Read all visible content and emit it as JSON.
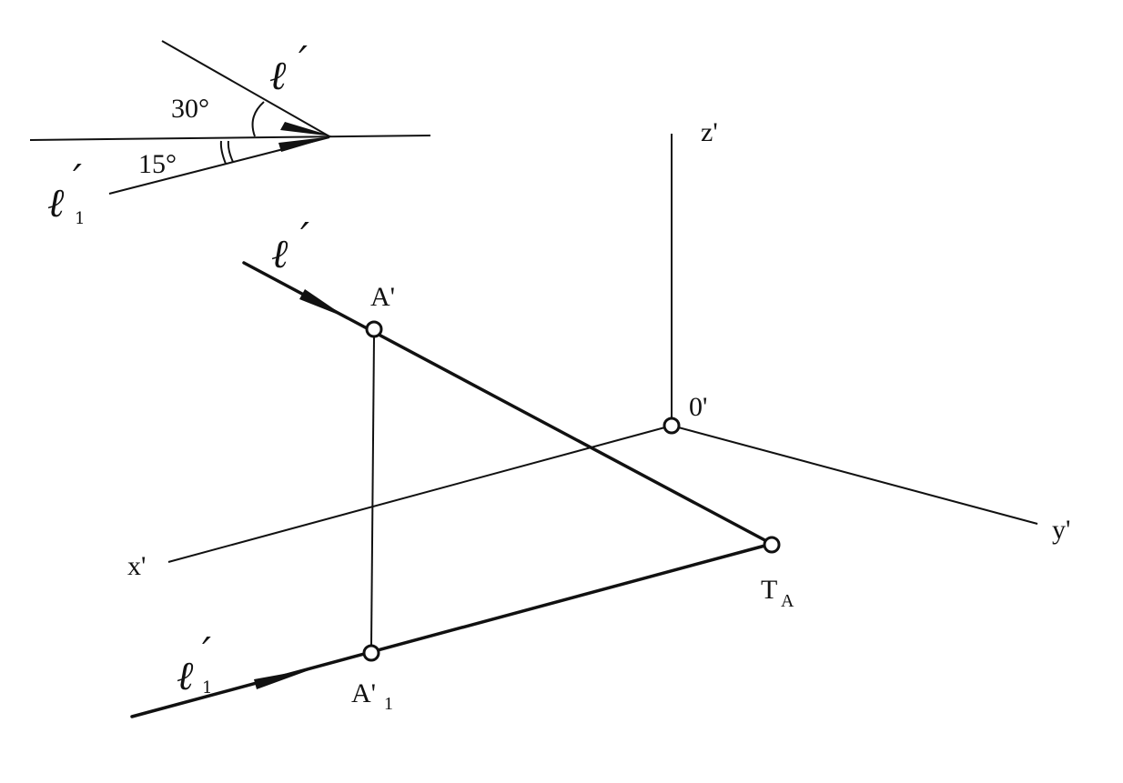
{
  "legend": {
    "angle_top": "30°",
    "angle_bottom": "15°",
    "dir_top_symbol": "ℓ",
    "dir_top_prime": "′",
    "dir_bottom_symbol": "ℓ",
    "dir_bottom_prime": "′",
    "dir_bottom_sub": "1"
  },
  "axes": {
    "z": "z'",
    "origin": "0'",
    "x": "x'",
    "y": "y'"
  },
  "points": {
    "A": "A'",
    "A1_main": "A'",
    "A1_sub": "1",
    "T_main": "T",
    "T_sub": "A"
  },
  "rays": {
    "upper_symbol": "ℓ",
    "upper_prime": "′",
    "lower_symbol": "ℓ",
    "lower_prime": "′",
    "lower_sub": "1"
  }
}
